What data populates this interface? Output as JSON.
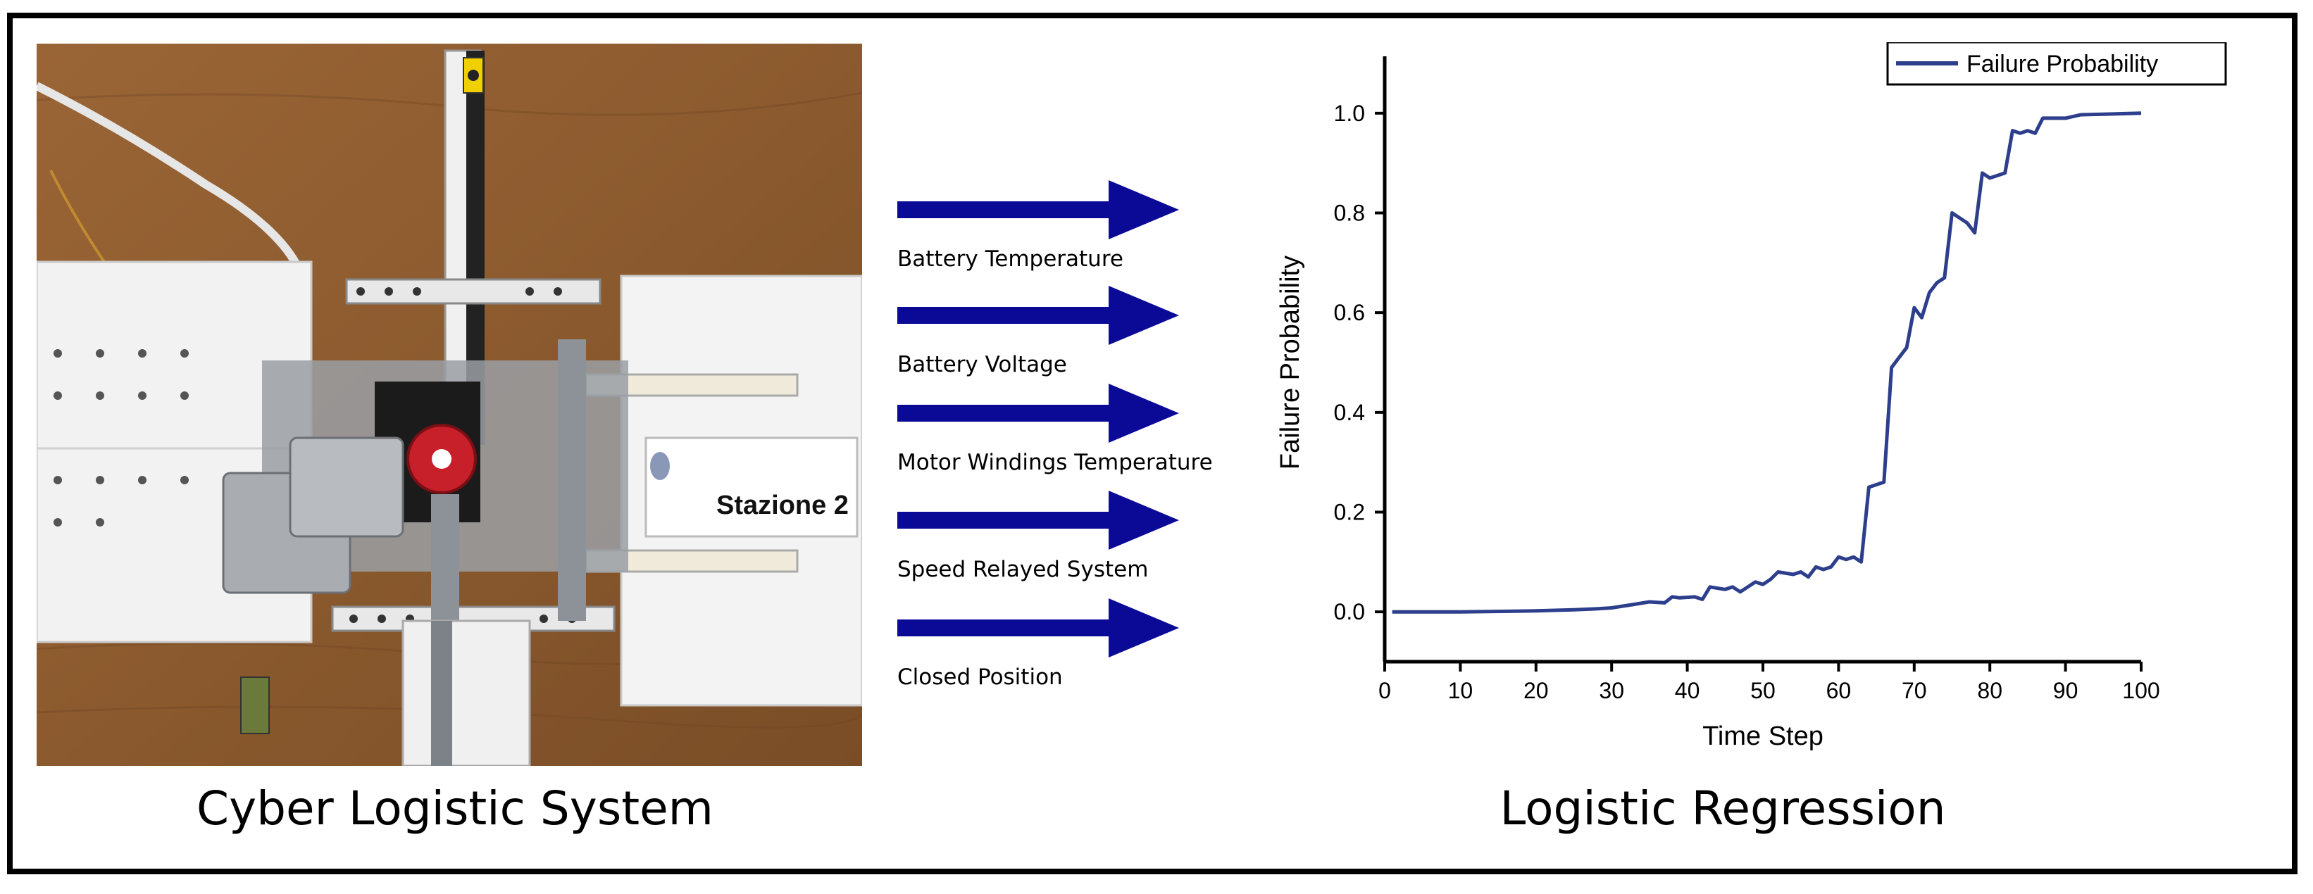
{
  "left_panel": {
    "caption": "Cyber Logistic System",
    "photo_sign_text": "Stazione 2"
  },
  "inputs": [
    {
      "label": "Battery Temperature"
    },
    {
      "label": "Battery Voltage"
    },
    {
      "label": "Motor Windings Temperature"
    },
    {
      "label": "Speed Relayed System"
    },
    {
      "label": "Closed Position"
    }
  ],
  "arrow_color": "#0a0a96",
  "right_panel": {
    "caption": "Logistic Regression"
  },
  "chart_data": {
    "type": "line",
    "title": "",
    "xlabel": "Time Step",
    "ylabel": "Failure Probability",
    "xlim": [
      0,
      100
    ],
    "ylim": [
      -0.1,
      1.1
    ],
    "xticks": [
      0,
      10,
      20,
      30,
      40,
      50,
      60,
      70,
      80,
      90,
      100
    ],
    "yticks": [
      0.0,
      0.2,
      0.4,
      0.6,
      0.8,
      1.0
    ],
    "ytick_labels": [
      "0.0",
      "0.2",
      "0.4",
      "0.6",
      "0.8",
      "1.0"
    ],
    "legend_position": "top-right",
    "line_color": "#2d3e8c",
    "series": [
      {
        "name": "Failure Probability",
        "x": [
          1,
          10,
          20,
          25,
          28,
          30,
          33,
          35,
          37,
          38,
          39,
          41,
          42,
          43,
          45,
          46,
          47,
          49,
          50,
          51,
          52,
          54,
          55,
          56,
          57,
          58,
          59,
          60,
          61,
          62,
          63,
          64,
          65,
          66,
          67,
          68,
          69,
          70,
          71,
          72,
          73,
          74,
          75,
          76,
          77,
          78,
          79,
          80,
          81,
          82,
          83,
          84,
          85,
          86,
          87,
          88,
          90,
          92,
          95,
          100
        ],
        "values": [
          0.0,
          0.0,
          0.002,
          0.004,
          0.006,
          0.008,
          0.015,
          0.02,
          0.018,
          0.03,
          0.028,
          0.03,
          0.025,
          0.05,
          0.045,
          0.05,
          0.04,
          0.06,
          0.055,
          0.065,
          0.08,
          0.075,
          0.08,
          0.07,
          0.09,
          0.085,
          0.09,
          0.11,
          0.105,
          0.11,
          0.1,
          0.25,
          0.255,
          0.26,
          0.49,
          0.51,
          0.53,
          0.61,
          0.59,
          0.64,
          0.66,
          0.67,
          0.8,
          0.79,
          0.78,
          0.76,
          0.88,
          0.87,
          0.875,
          0.88,
          0.965,
          0.96,
          0.965,
          0.96,
          0.99,
          0.99,
          0.99,
          0.997,
          0.998,
          1.0
        ]
      }
    ]
  }
}
